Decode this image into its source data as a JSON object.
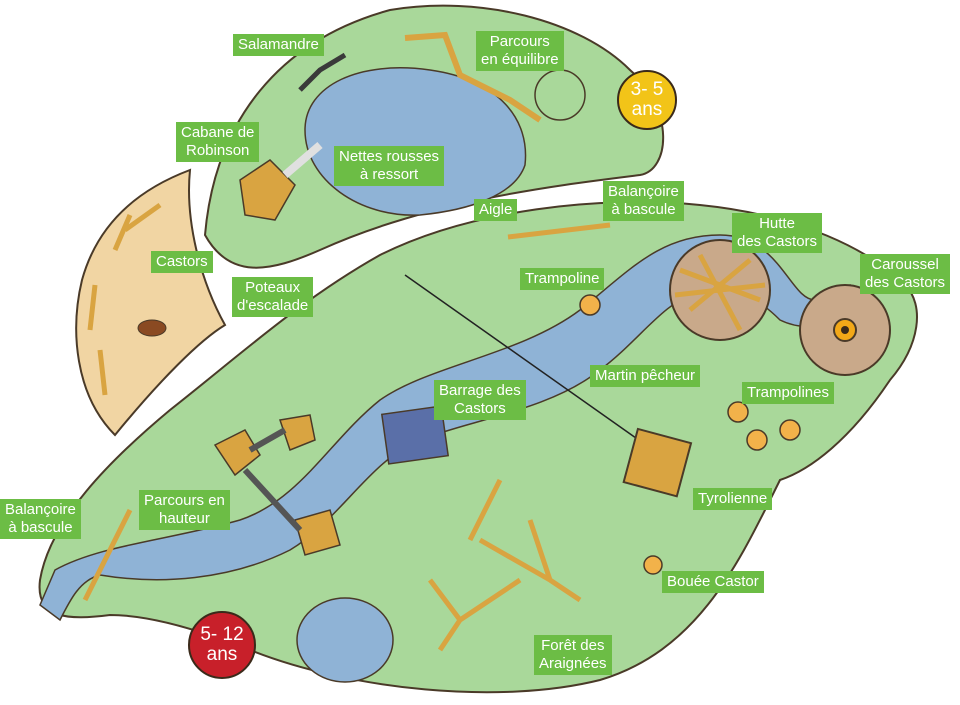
{
  "colors": {
    "grass": "#a9d89a",
    "water": "#8fb3d6",
    "sand": "#f1d5a3",
    "wood": "#d9a441",
    "outline": "#4a3a28",
    "label_bg": "#6cbd45",
    "badge_small": "#f2c418",
    "badge_large": "#c8202a"
  },
  "age_badges": {
    "small": "3- 5\nans",
    "large": "5- 12\nans"
  },
  "labels": {
    "salamandre": "Salamandre",
    "parcours_equilibre": "Parcours\nen équilibre",
    "cabane_robinson": "Cabane de\nRobinson",
    "nettes_rousses": "Nettes rousses\nà ressort",
    "castors": "Castors",
    "aigle": "Aigle",
    "balancoire_haut": "Balançoire\nà bascule",
    "hutte_castors": "Hutte\ndes Castors",
    "trampoline": "Trampoline",
    "caroussel": "Caroussel\ndes Castors",
    "poteaux": "Poteaux\nd'escalade",
    "martin_pecheur": "Martin pêcheur",
    "trampolines": "Trampolines",
    "barrage": "Barrage des\nCastors",
    "tyrolienne": "Tyrolienne",
    "parcours_hauteur": "Parcours en\nhauteur",
    "balancoire_gauche": "Balançoire\nà bascule",
    "bouee": "Bouée Castor",
    "foret": "Forêt des\nAraignées"
  }
}
